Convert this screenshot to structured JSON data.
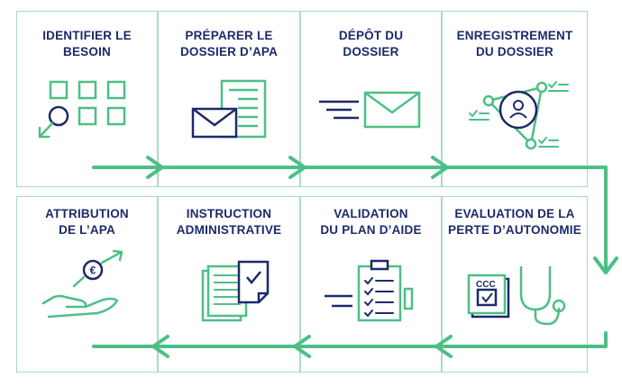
{
  "colors": {
    "navy": "#1c2a6b",
    "green": "#4dbf86",
    "border": "#a8dcc3"
  },
  "steps": [
    {
      "line1": "IDENTIFIER LE",
      "line2": "BESOIN",
      "icon": "grid-click-icon"
    },
    {
      "line1": "PRÉPARER LE",
      "line2": "DOSSIER D’APA",
      "icon": "envelope-document-icon"
    },
    {
      "line1": "DÉPÔT DU",
      "line2": "DOSSIER",
      "icon": "sending-envelope-icon"
    },
    {
      "line1": "ENREGISTREMENT",
      "line2": "DU DOSSIER",
      "icon": "user-network-icon"
    },
    {
      "line1": "EVALUATION DE LA",
      "line2": "PERTE D’AUTONOMIE",
      "icon": "calendar-stethoscope-icon"
    },
    {
      "line1": "VALIDATION",
      "line2": "DU PLAN D’AIDE",
      "icon": "clipboard-checklist-icon"
    },
    {
      "line1": "INSTRUCTION",
      "line2": "ADMINISTRATIVE",
      "icon": "documents-stack-icon"
    },
    {
      "line1": "ATTRIBUTION",
      "line2": "DE L’APA",
      "icon": "hand-euro-icon"
    }
  ],
  "symbols": {
    "euro": "€",
    "calendar_header": "CCC"
  }
}
